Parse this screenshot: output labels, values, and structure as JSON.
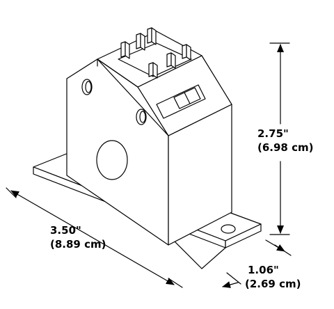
{
  "dimensions": {
    "height": {
      "imperial": "2.75\"",
      "metric": "(6.98 cm)"
    },
    "length": {
      "imperial": "3.50\"",
      "metric": "(8.89 cm)"
    },
    "width": {
      "imperial": "1.06\"",
      "metric": "(2.69 cm)"
    }
  },
  "colors": {
    "line": "#000000",
    "fill": "#ffffff"
  }
}
